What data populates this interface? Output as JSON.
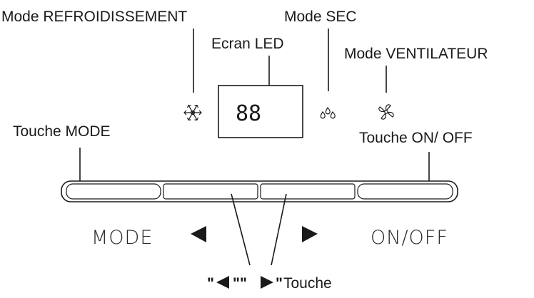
{
  "labels": {
    "mode_cooling": "Mode REFROIDISSEMENT",
    "led_screen": "Ecran LED",
    "mode_dry": "Mode SEC",
    "mode_fan": "Mode VENTILATEUR",
    "mode_button": "Touche MODE",
    "onoff_button": "Touche ON/ OFF",
    "arrow_keys_open": "\"",
    "arrow_keys_mid": "\"\"",
    "arrow_keys_close": "\"",
    "arrow_keys_word": "Touche"
  },
  "display": {
    "digits": "88"
  },
  "panel": {
    "mode_label": "MODE",
    "onoff_label": "ON/OFF"
  },
  "icons": {
    "cooling": "snowflake-icon",
    "dry": "water-drops-icon",
    "fan": "fan-icon",
    "left": "left-triangle-icon",
    "right": "right-triangle-icon"
  }
}
